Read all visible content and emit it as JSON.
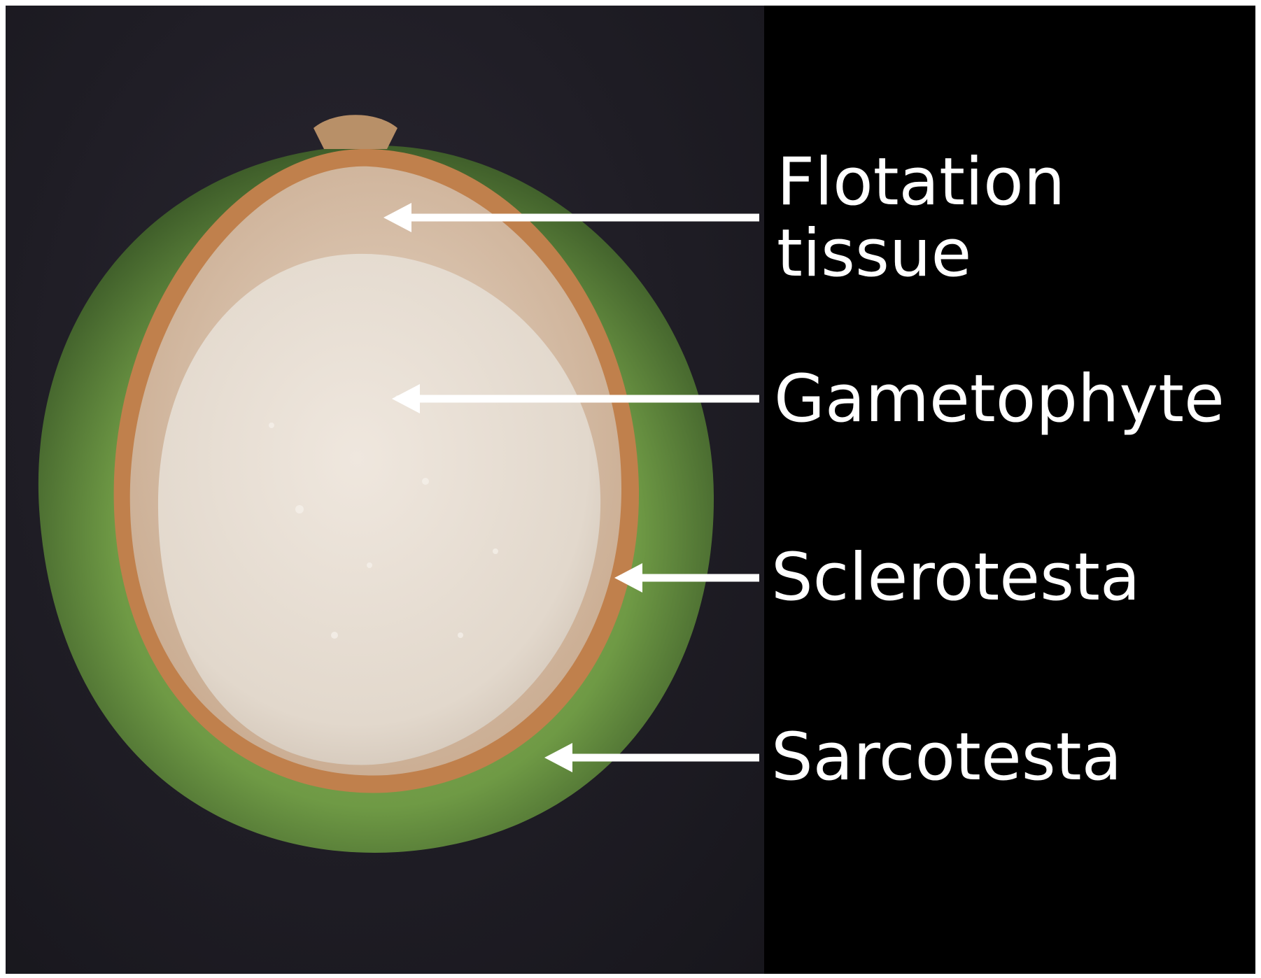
{
  "labels": {
    "flotation_line1": "Flotation",
    "flotation_line2": "tissue",
    "gametophyte": "Gametophyte",
    "sclerotesta": "Sclerotesta",
    "sarcotesta": "Sarcotesta"
  },
  "colors": {
    "background_dark": "#1f1d25",
    "label_panel": "#000000",
    "label_text": "#ffffff",
    "sarcotesta_green": "#6f9a45",
    "sclerotesta_orange": "#c98a55",
    "flotation_tissue": "#d9c5b2",
    "gametophyte_white": "#e6ddd3"
  }
}
